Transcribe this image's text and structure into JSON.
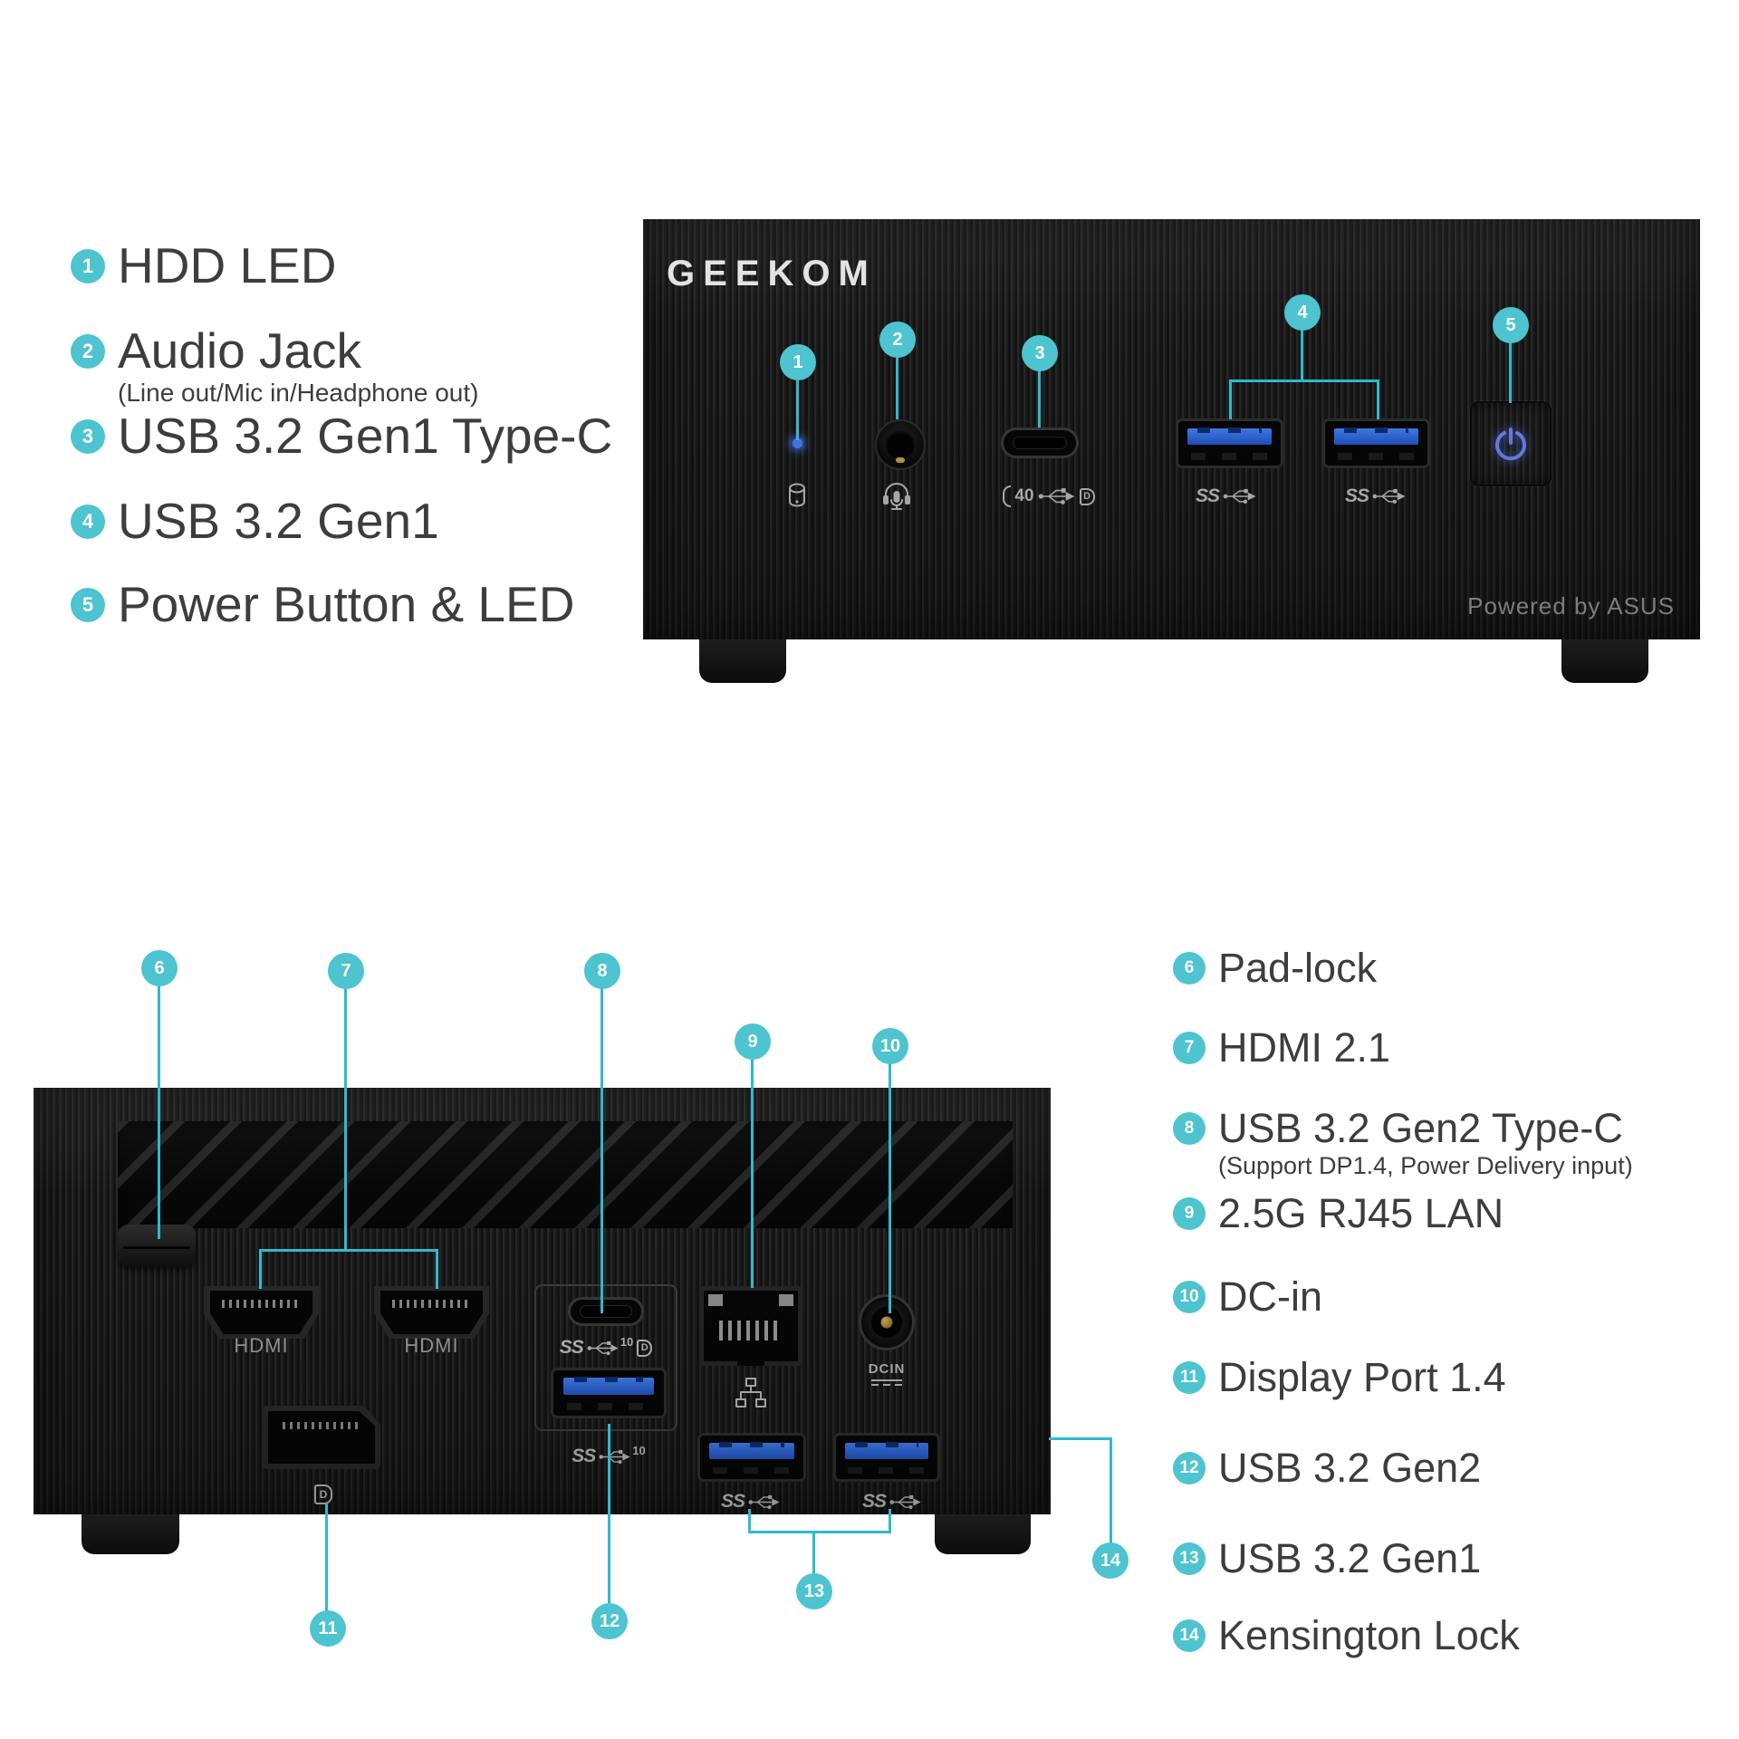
{
  "colors": {
    "accent_fill": "#4dc4cf",
    "accent_line": "#2fb9cd",
    "usb_blue": "#2e6ee0",
    "text_dark": "#3d3d3d"
  },
  "front": {
    "brand": "GEEKOM",
    "powered_by": "Powered by ASUS",
    "callouts": {
      "c1": "1",
      "c2": "2",
      "c3": "3",
      "c4": "4",
      "c5": "5"
    },
    "icons": {
      "ss": "SS",
      "typec_speed": "40",
      "dp_letter": "D"
    }
  },
  "rear": {
    "hdmi1_label": "HDMI",
    "hdmi2_label": "HDMI",
    "dcin_label": "DCIN",
    "callouts": {
      "c6": "6",
      "c7": "7",
      "c8": "8",
      "c9": "9",
      "c10": "10",
      "c11": "11",
      "c12": "12",
      "c13": "13",
      "c14": "14"
    },
    "icons": {
      "ss": "SS",
      "sup10": "10",
      "dp_letter": "D"
    }
  },
  "legend_left": {
    "items": [
      {
        "num": "1",
        "label": "HDD LED",
        "sub": ""
      },
      {
        "num": "2",
        "label": "Audio Jack",
        "sub": "(Line out/Mic in/Headphone out)"
      },
      {
        "num": "3",
        "label": "USB 3.2 Gen1 Type-C",
        "sub": ""
      },
      {
        "num": "4",
        "label": "USB 3.2 Gen1",
        "sub": ""
      },
      {
        "num": "5",
        "label": "Power Button & LED",
        "sub": ""
      }
    ]
  },
  "legend_right": {
    "items": [
      {
        "num": "6",
        "label": "Pad-lock",
        "sub": ""
      },
      {
        "num": "7",
        "label": "HDMI 2.1",
        "sub": ""
      },
      {
        "num": "8",
        "label": "USB 3.2 Gen2 Type-C",
        "sub": "(Support DP1.4, Power Delivery input)"
      },
      {
        "num": "9",
        "label": "2.5G RJ45 LAN",
        "sub": ""
      },
      {
        "num": "10",
        "label": "DC-in",
        "sub": ""
      },
      {
        "num": "11",
        "label": "Display Port 1.4",
        "sub": ""
      },
      {
        "num": "12",
        "label": "USB 3.2 Gen2",
        "sub": ""
      },
      {
        "num": "13",
        "label": "USB 3.2 Gen1",
        "sub": ""
      },
      {
        "num": "14",
        "label": "Kensington Lock",
        "sub": ""
      }
    ]
  }
}
